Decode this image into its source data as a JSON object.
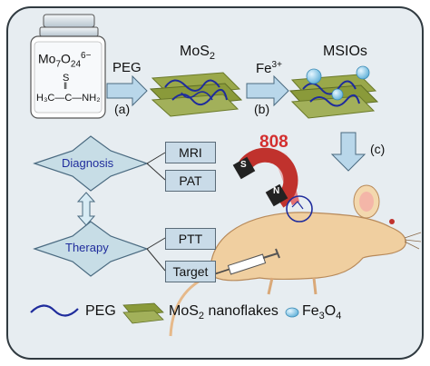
{
  "colors": {
    "panel": "#e7edf1",
    "jar_lid": "#c9d5dd",
    "box_fill": "#c9dbe8",
    "star_fill": "#c7dde6",
    "arrow_fill": "#b9d7ea",
    "peg": "#1f2c9c",
    "nanoflake": "#8a9a3a",
    "fe3o4": "#8ecbe8",
    "mouse": "#f0cfa0",
    "magnet_red": "#c0322d",
    "laser": "#e23b3b",
    "label_text": "#1f2c9c"
  },
  "reagent": {
    "formula_main": "Mo",
    "formula_sub1": "7",
    "formula_mid": "O",
    "formula_sub2": "24",
    "formula_sup": "6−",
    "thio_s": "S",
    "thio_bar": "‖",
    "thio_left": "H₃C—C—NH₂"
  },
  "steps": {
    "step_a_reagent": "PEG",
    "step_a_label": "(a)",
    "step_b_reagent_base": "Fe",
    "step_b_reagent_sup": "3+",
    "step_b_label": "(b)",
    "step_c_label": "(c)"
  },
  "products": {
    "mos2_base": "MoS",
    "mos2_sub": "2",
    "msios": "MSIOs"
  },
  "uses": {
    "diagnosis": "Diagnosis",
    "therapy": "Therapy",
    "mri": "MRI",
    "pat": "PAT",
    "ptt": "PTT",
    "target": "Target"
  },
  "laser": {
    "wavelength": "808"
  },
  "magnet": {
    "n_pole": "N",
    "s_pole": "S"
  },
  "legend": {
    "peg": "PEG",
    "mos2_base": "MoS",
    "mos2_sub": "2",
    "mos2_suffix": " nanoflakes",
    "fe3o4_base": "Fe",
    "fe3o4_sub1": "3",
    "fe3o4_mid": "O",
    "fe3o4_sub2": "4"
  }
}
